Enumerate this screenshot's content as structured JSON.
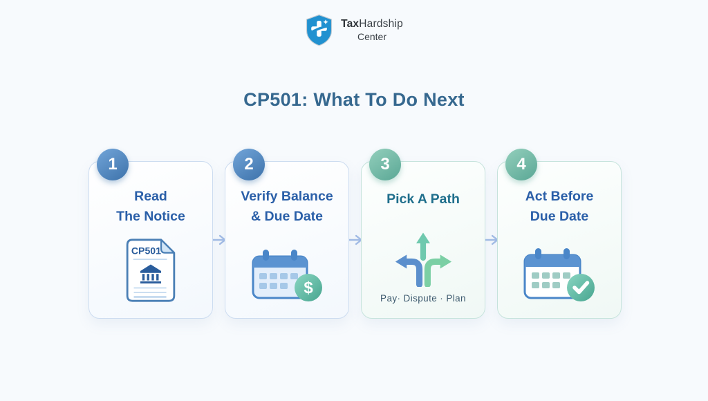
{
  "brand": {
    "name_bold": "Tax",
    "name_regular": "Hardship",
    "name_line2": "Center"
  },
  "title": "CP501: What To Do Next",
  "steps": [
    {
      "number": "1",
      "title_line1": "Read",
      "title_line2": "The Notice",
      "icon": "cp501-document-icon",
      "document_label": "CP501",
      "theme": "blue"
    },
    {
      "number": "2",
      "title_line1": "Verify Balance",
      "title_line2": "& Due Date",
      "icon": "calendar-dollar-icon",
      "currency_symbol": "$",
      "theme": "blue"
    },
    {
      "number": "3",
      "title_line1": "Pick A Path",
      "icon": "branching-arrows-icon",
      "caption": "Pay· Dispute · Plan",
      "theme": "teal"
    },
    {
      "number": "4",
      "title_line1": "Act Before",
      "title_line2": "Due Date",
      "icon": "calendar-check-icon",
      "theme": "teal"
    }
  ],
  "colors": {
    "background": "#f7fafd",
    "title_text": "#36688f",
    "card_title_blue": "#2a5fa8",
    "card_title_teal": "#1f6f8c",
    "badge_blue": "#3d72aa",
    "badge_teal": "#5aa795",
    "card_border_blue": "#ccdcf0",
    "card_border_teal": "#c6e3dc",
    "flow_arrow": "#a4bde6",
    "brand_shield_blue": "#2191d0",
    "path_arrow_left_blue": "#5b8fcc",
    "path_arrow_up_teal": "#6fc9ae",
    "path_arrow_right_green": "#7bcfa4"
  }
}
